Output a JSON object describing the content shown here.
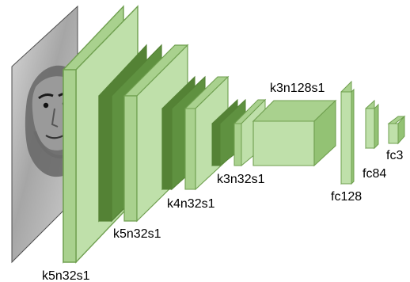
{
  "diagram": {
    "labels": {
      "input_conv": "k5n32s1",
      "conv2": "k5n32s1",
      "conv3": "k4n32s1",
      "conv4": "k3n32s1",
      "conv5": "k3n128s1",
      "fc1": "fc128",
      "fc2": "fc84",
      "fc3": "fc3"
    },
    "colors": {
      "light_green": "#a9d18e",
      "mid_green": "#8fbe72",
      "dark_green": "#548235",
      "stroke_green": "#6f9f4f",
      "face_gray": "#bdbdbd"
    },
    "input_image": "grayscale-face-image"
  }
}
